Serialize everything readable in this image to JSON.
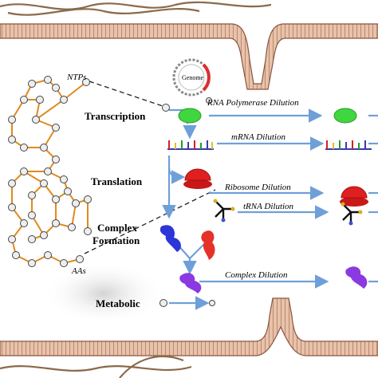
{
  "labels": {
    "ntps": "NTPs",
    "aas": "AAs",
    "genome": "Genome",
    "transcription": "Transcription",
    "translation": "Translation",
    "complex_line1": "Complex",
    "complex_line2": "Formation",
    "metabolic": "Metabolic",
    "rnap_dilution": "RNA Polymerase Dilution",
    "mrna_dilution": "mRNA Dilution",
    "ribosome_dilution": "Ribosome Dilution",
    "trna_dilution": "tRNA Dilution",
    "complex_dilution": "Complex Dilution"
  },
  "colors": {
    "membrane_fill": "#e3b9a0",
    "membrane_stroke": "#8a5540",
    "network_edge": "#e08a1e",
    "node_fill": "#eeeeee",
    "arrow_blue": "#6f9fd8",
    "polymerase_green": "#3fd63f",
    "ribosome_red": "#e02020",
    "complex_red": "#e6302a",
    "complex_blue": "#2b35d8",
    "complex_purple": "#8a3ae0",
    "fiber": "#8a6a4a"
  },
  "icons": [
    "genome-plasmid-icon",
    "rna-polymerase-icon",
    "mrna-strand-icon",
    "ribosome-icon",
    "trna-icon",
    "protein-subunit-icon",
    "complex-icon"
  ]
}
